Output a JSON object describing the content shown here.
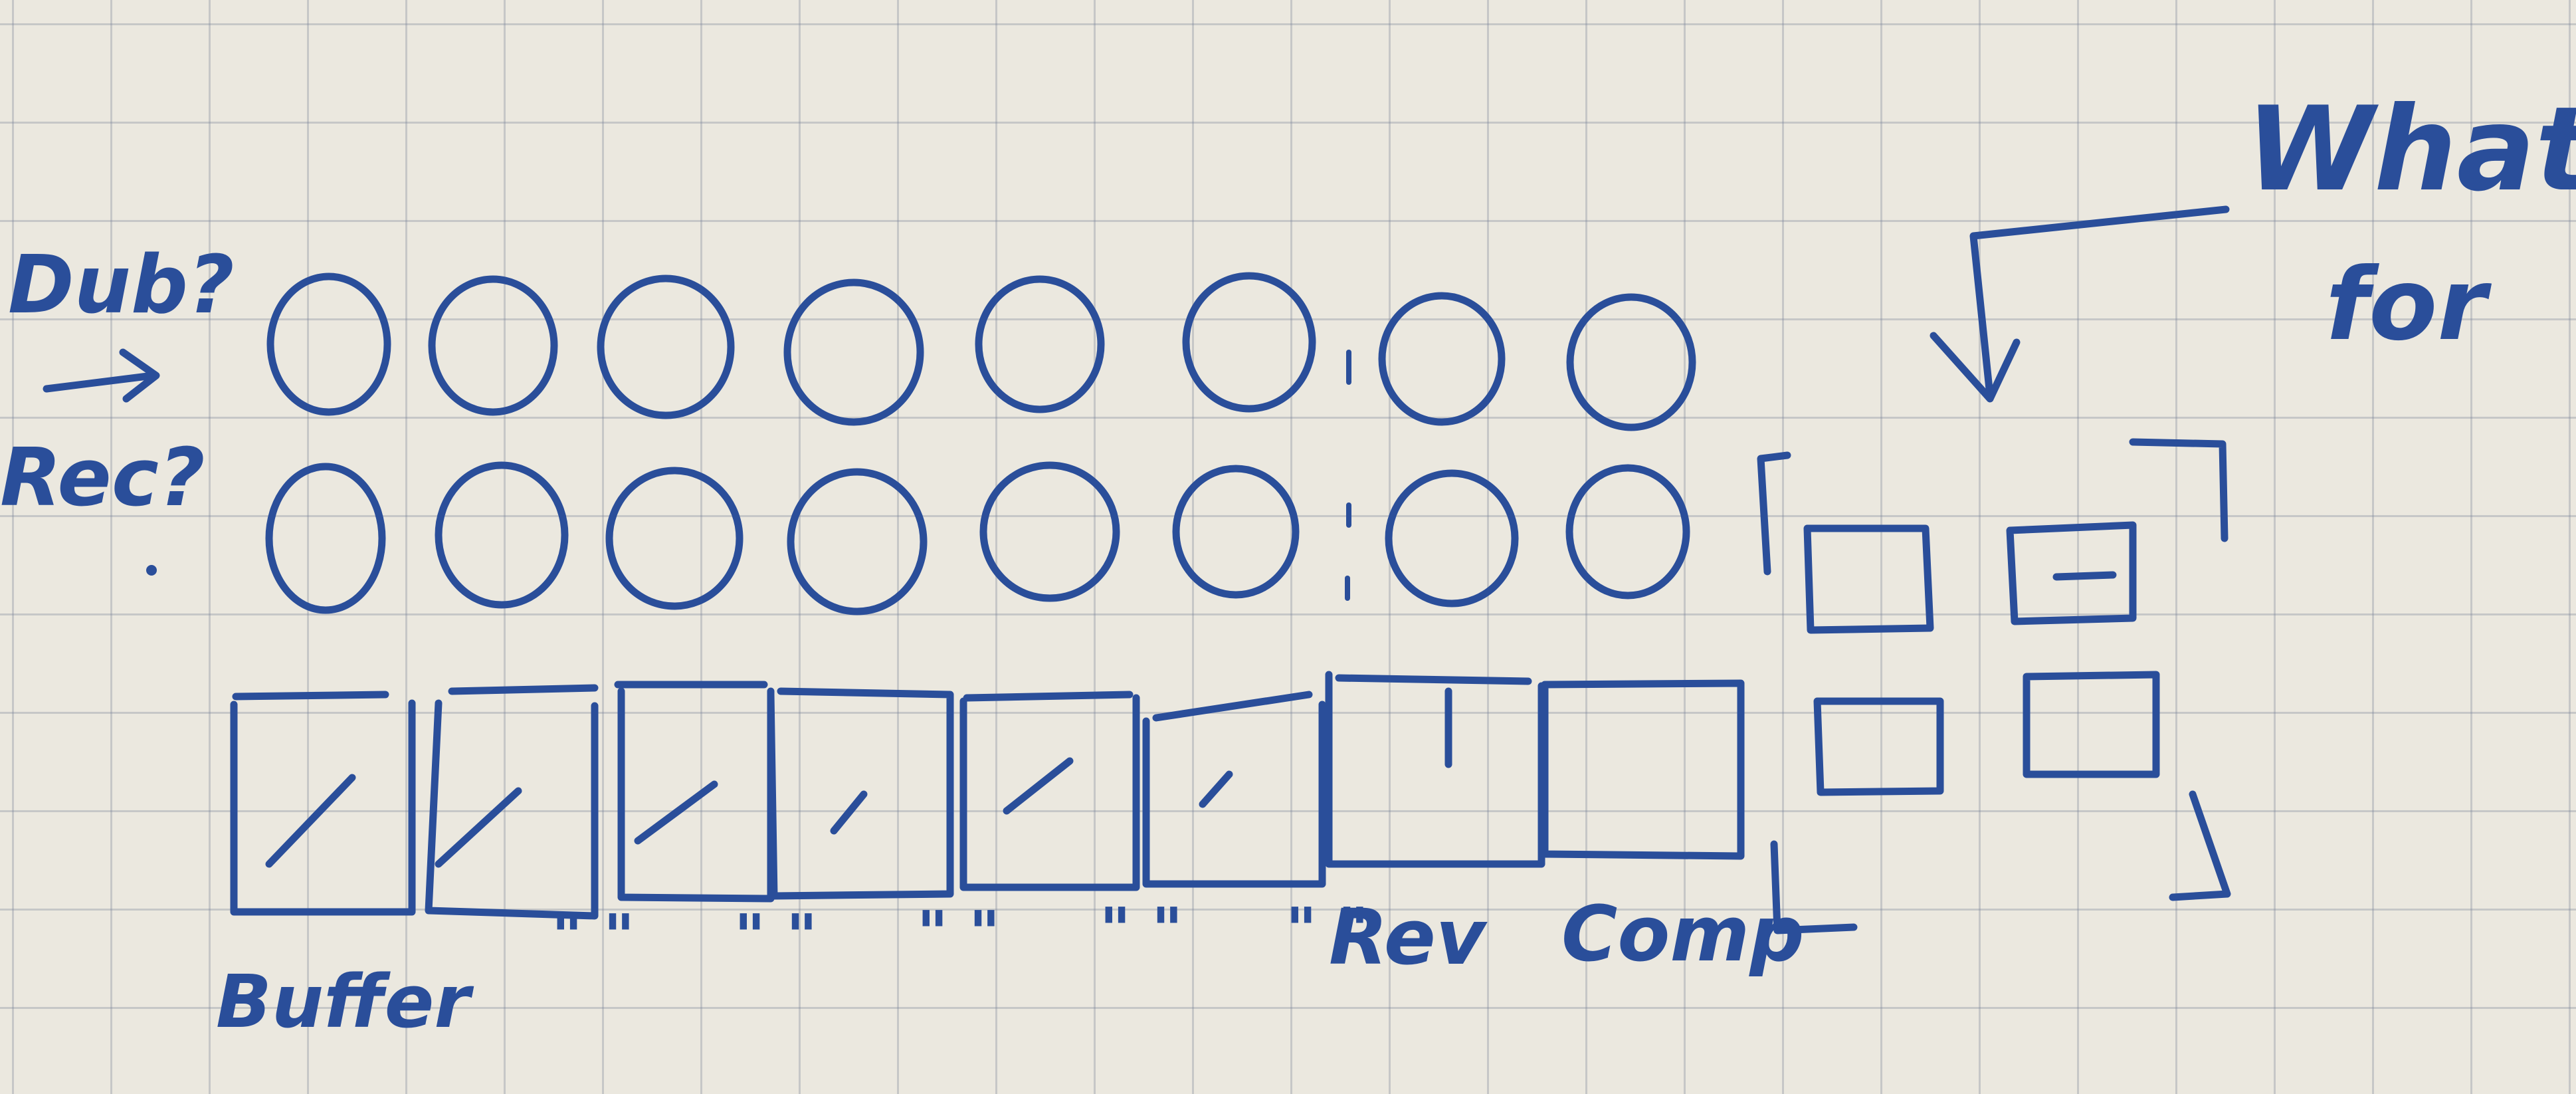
{
  "labels": {
    "row1": "Dub?",
    "arrow": "→",
    "row2": "Rec?",
    "what": "What",
    "for": "for"
  },
  "buffer_labels": [
    "Buffer",
    "\" \"",
    "\" \"",
    "\" \"",
    "\" \"",
    "\" \""
  ],
  "slot_labels": [
    "Rev",
    "Comp"
  ],
  "layout": {
    "circles_per_row": 8,
    "pad_count": 8,
    "side_squares": 4
  },
  "colors": {
    "ink": "#2a4e9a",
    "paper": "#ebe8df",
    "grid": "#8a95a8"
  }
}
